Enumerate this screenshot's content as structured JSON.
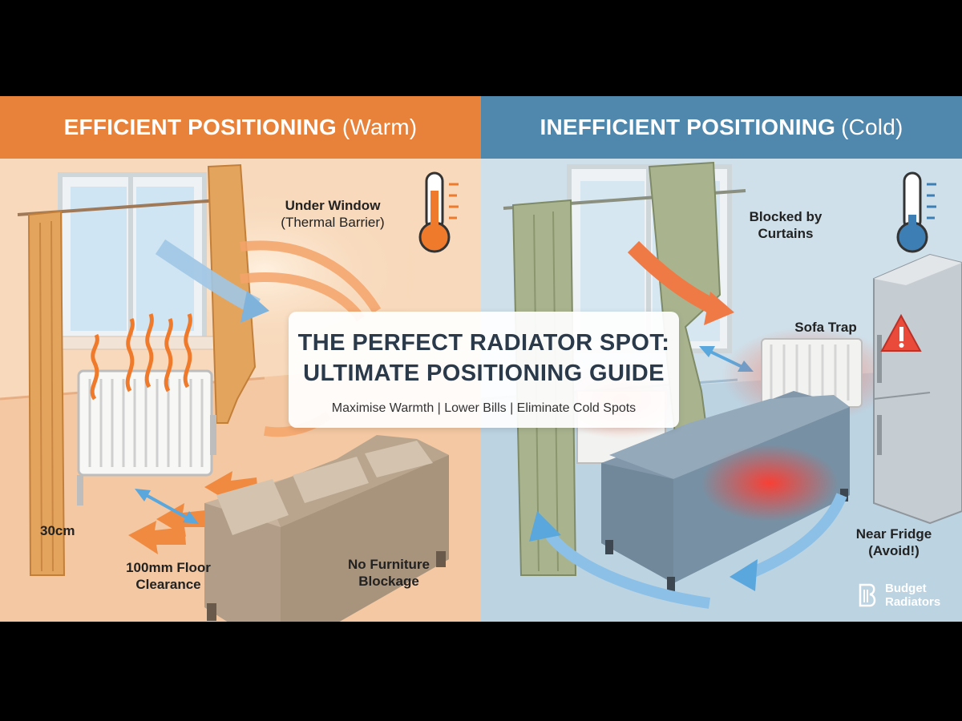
{
  "warm_panel": {
    "header_bold": "EFFICIENT POSITIONING",
    "header_light": "(Warm)",
    "colors": {
      "banner": "#e8813a",
      "arrow": "#f08a40"
    },
    "labels": {
      "under_window_bold": "Under Window",
      "under_window_light": "(Thermal Barrier)",
      "gap": "30cm",
      "floor_clearance_1": "100mm Floor",
      "floor_clearance_2": "Clearance",
      "no_furniture_1": "No Furniture",
      "no_furniture_2": "Blockage"
    },
    "thermometer_icon": "thermometer-hot-icon"
  },
  "cold_panel": {
    "header_bold": "INEFFICIENT POSITIONING",
    "header_light": "(Cold)",
    "colors": {
      "banner": "#4f87ad",
      "arrow": "#5aa7dd"
    },
    "labels": {
      "curtains_1": "Blocked by",
      "curtains_2": "Curtains",
      "sofa_trap": "Sofa Trap",
      "fridge_1": "Near Fridge",
      "fridge_2": "(Avoid!)"
    },
    "thermometer_icon": "thermometer-cold-icon",
    "warning_icon": "warning-triangle-icon"
  },
  "title_card": {
    "line_1": "THE PERFECT RADIATOR SPOT:",
    "line_2": "ULTIMATE POSITIONING GUIDE",
    "subtitle": "Maximise Warmth | Lower Bills | Eliminate Cold Spots"
  },
  "brand": {
    "line_1": "Budget",
    "line_2": "Radiators"
  }
}
